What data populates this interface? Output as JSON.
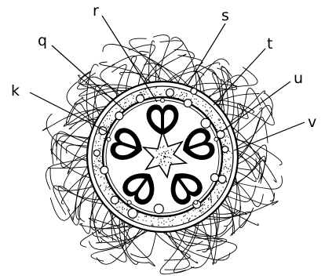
{
  "labels": {
    "k": "k",
    "q": "q",
    "r": "r",
    "s": "s",
    "t": "t",
    "u": "u",
    "v": "v"
  },
  "colors": {
    "ink": "#000000",
    "paper": "#ffffff"
  }
}
